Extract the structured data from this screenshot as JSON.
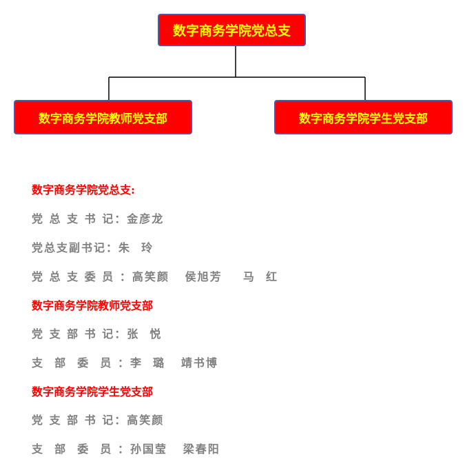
{
  "org_chart": {
    "root": "数字商务学院党总支",
    "branches": [
      "数字商务学院教师党支部",
      "数字商务学院学生党支部"
    ]
  },
  "roster": [
    {
      "text": "数字商务学院党总支:",
      "kind": "head"
    },
    {
      "text": "党 总 支 书 记：金彦龙",
      "kind": "body"
    },
    {
      "text": "党总支副书记：朱  玲",
      "kind": "body"
    },
    {
      "text": "党 总 支 委 员 ：高笑颜   侯旭芳    马  红",
      "kind": "body"
    },
    {
      "text": "数字商务学院教师党支部",
      "kind": "head"
    },
    {
      "text": "党 支 部 书 记：张  悦",
      "kind": "body"
    },
    {
      "text": "支  部  委  员 ：李  璐   靖书博",
      "kind": "body"
    },
    {
      "text": "数字商务学院学生党支部",
      "kind": "head"
    },
    {
      "text": "党 支 部 书 记：高笑颜",
      "kind": "body"
    },
    {
      "text": "支  部  委  员 ：孙国莹   梁春阳",
      "kind": "body"
    }
  ]
}
